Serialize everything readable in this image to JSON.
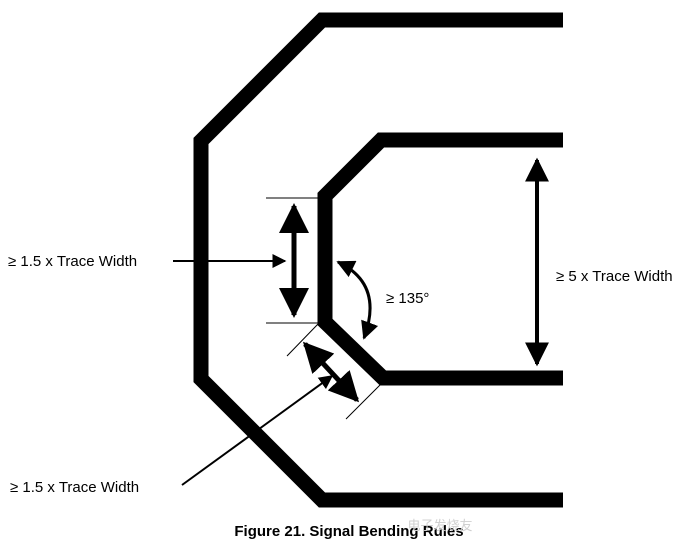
{
  "caption": "Figure 21. Signal Bending Rules",
  "labels": {
    "left_width_rule": "≥  1.5 x Trace Width",
    "bottom_width_rule": "≥  1.5 x Trace Width",
    "spacing_rule": "≥  5 x Trace Width",
    "angle_rule": "≥  135°"
  },
  "watermark": "电子发烧友",
  "colors": {
    "trace": "#000000",
    "background": "#ffffff"
  }
}
